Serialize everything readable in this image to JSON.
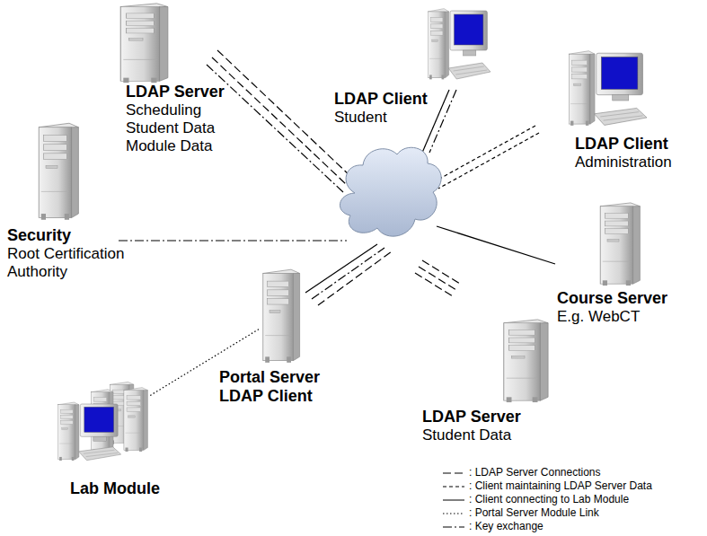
{
  "diagram": {
    "nodes": [
      {
        "text": [
          "LDAP Server",
          "Scheduling Student Data Module Data"
        ]
      },
      {
        "text": [
          "LDAP Client",
          "Student"
        ]
      },
      {
        "text": [
          "LDAP Client",
          "Administration"
        ]
      },
      {
        "text": [
          "Security",
          "Root Certification Authority"
        ]
      },
      {
        "text": [
          "Course Server",
          "E.g. WebCT"
        ]
      },
      {
        "text": [
          "LDAP Server",
          "Student Data"
        ]
      },
      {
        "text": [
          "Portal Server",
          "LDAP Client"
        ]
      },
      {
        "text": [
          "Lab Module"
        ]
      }
    ],
    "edges": [
      {
        "from": 6,
        "to": 7,
        "arrow": "none"
      }
    ],
    "legend": [
      {
        "text": ": LDAP Server Connections"
      },
      {
        "text": ": Client maintaining LDAP Server Data"
      },
      {
        "text": ": Client connecting to Lab Module"
      },
      {
        "text": ": Portal Server Module Link"
      },
      {
        "text": ": Key exchange"
      }
    ]
  }
}
